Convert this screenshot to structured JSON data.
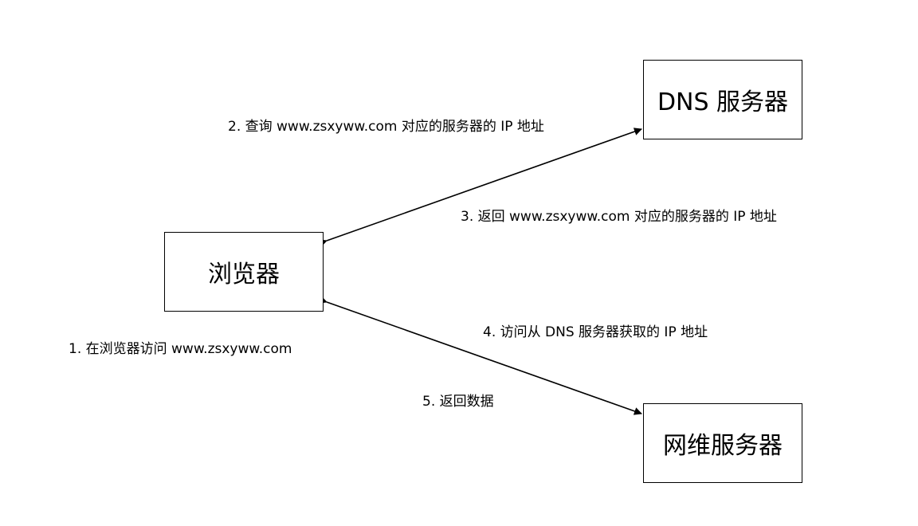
{
  "nodes": {
    "dns": "DNS 服务器",
    "browser": "浏览器",
    "web": "网维服务器"
  },
  "steps": {
    "s1": "1. 在浏览器访问 www.zsxyww.com",
    "s2": "2. 查询 www.zsxyww.com 对应的服务器的 IP 地址",
    "s3": "3. 返回 www.zsxyww.com 对应的服务器的 IP 地址",
    "s4": "4. 访问从 DNS 服务器获取的 IP 地址",
    "s5": "5. 返回数据"
  },
  "colors": {
    "line": "#000000",
    "box_border": "#000000",
    "background": "#ffffff"
  }
}
